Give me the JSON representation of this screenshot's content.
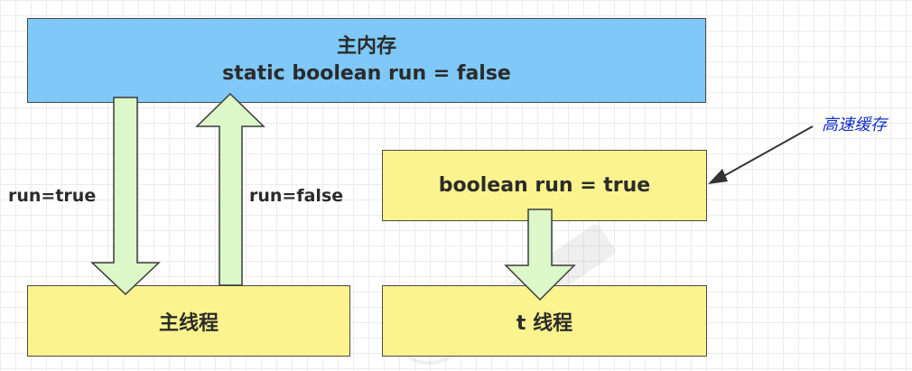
{
  "main_memory": {
    "title": "主内存",
    "code": "static boolean run = false"
  },
  "cache": {
    "code": "boolean run = true",
    "label": "高速缓存"
  },
  "main_thread": {
    "label": "主线程"
  },
  "t_thread": {
    "label": "t 线程"
  },
  "arrows": {
    "down_label": "run=true",
    "up_label": "run=false"
  },
  "colors": {
    "main_memory_fill": "#7fc8f8",
    "thread_fill": "#fbf38d",
    "arrow_fill": "#dcf7c8",
    "label_color": "#1230c8"
  }
}
